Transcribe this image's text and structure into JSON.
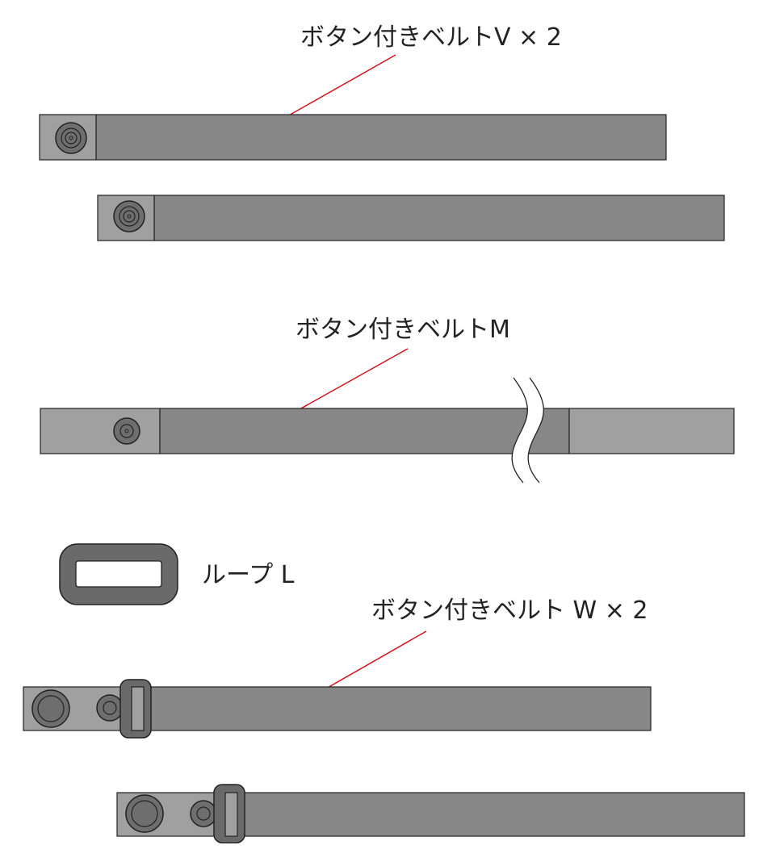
{
  "labels": {
    "belt_v": "ボタン付きベルトV × 2",
    "belt_m": "ボタン付きベルトM",
    "loop_l": "ループ L",
    "belt_w": "ボタン付きベルト W × 2"
  },
  "colors": {
    "belt_dark": "#878787",
    "belt_light": "#a0a0a0",
    "button": "#6e6e6e",
    "leader_line": "#d0121b"
  }
}
